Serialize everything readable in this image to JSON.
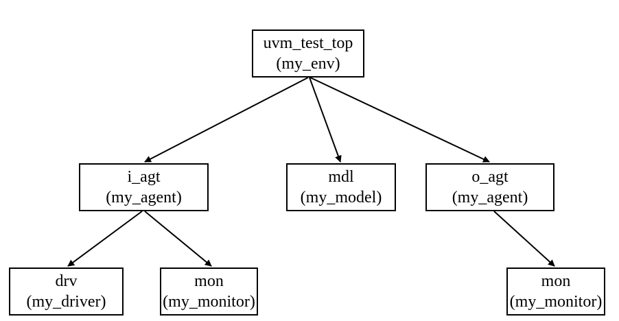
{
  "nodes": {
    "top": {
      "name": "uvm_test_top",
      "type": "(my_env)"
    },
    "iagt": {
      "name": "i_agt",
      "type": "(my_agent)"
    },
    "mdl": {
      "name": "mdl",
      "type": "(my_model)"
    },
    "oagt": {
      "name": "o_agt",
      "type": "(my_agent)"
    },
    "drv": {
      "name": "drv",
      "type": "(my_driver)"
    },
    "mon1": {
      "name": "mon",
      "type": "(my_monitor)"
    },
    "mon2": {
      "name": "mon",
      "type": "(my_monitor)"
    }
  },
  "edges": [
    {
      "from": "uvm_test_top",
      "to": "i_agt"
    },
    {
      "from": "uvm_test_top",
      "to": "mdl"
    },
    {
      "from": "uvm_test_top",
      "to": "o_agt"
    },
    {
      "from": "i_agt",
      "to": "drv"
    },
    {
      "from": "i_agt",
      "to": "mon"
    },
    {
      "from": "o_agt",
      "to": "mon"
    }
  ],
  "colors": {
    "stroke": "#000000",
    "background": "#ffffff"
  }
}
